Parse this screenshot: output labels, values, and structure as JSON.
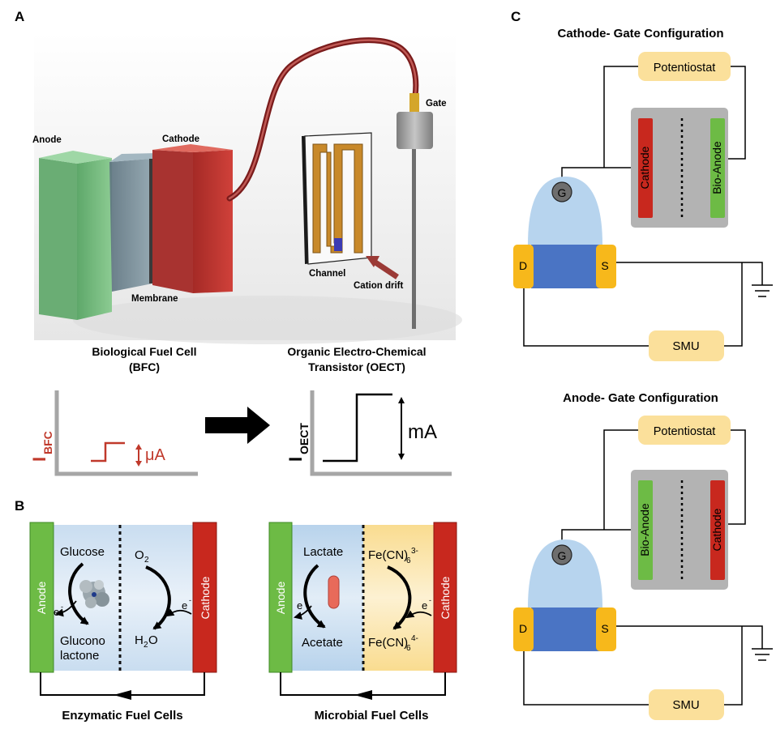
{
  "panel_a": {
    "letter": "A",
    "anode_label": "Anode",
    "cathode_label": "Cathode",
    "membrane_label": "Membrane",
    "gate_label": "Gate",
    "channel_label": "Channel",
    "cation_label": "Cation drift",
    "bfc_title_1": "Biological Fuel Cell",
    "bfc_title_2": "(BFC)",
    "oect_title_1": "Organic Electro-Chemical",
    "oect_title_2": "Transistor (OECT)",
    "ibfc_main": "I",
    "ibfc_sub": "BFC",
    "ua_label": "μA",
    "ioect_main": "I",
    "ioect_sub": "OECT",
    "ma_label": "mA"
  },
  "panel_b": {
    "letter": "B",
    "enzymatic": {
      "anode": "Anode",
      "cathode": "Cathode",
      "glucose": "Glucose",
      "glucono_1": "Glucono",
      "glucono_2": "lactone",
      "o2_main": "O",
      "o2_sub": "2",
      "h2o_h": "H",
      "h2o_sub": "2",
      "h2o_o": "O",
      "e_left": "e",
      "e_right": "e",
      "caption": "Enzymatic Fuel Cells"
    },
    "microbial": {
      "anode": "Anode",
      "cathode": "Cathode",
      "lactate": "Lactate",
      "acetate": "Acetate",
      "fe3_main": "Fe(CN)",
      "fe3_sub": "6",
      "fe3_sup": "3-",
      "fe4_main": "Fe(CN)",
      "fe4_sub": "6",
      "fe4_sup": "4-",
      "e_left": "e",
      "e_right": "e",
      "caption": "Microbial Fuel Cells"
    }
  },
  "panel_c": {
    "letter": "C",
    "top": {
      "title": "Cathode- Gate Configuration",
      "potentiostat": "Potentiostat",
      "smu": "SMU",
      "left_electrode": "Cathode",
      "right_electrode": "Bio-Anode",
      "gate": "G",
      "drain": "D",
      "source": "S"
    },
    "bottom": {
      "title": "Anode- Gate Configuration",
      "potentiostat": "Potentiostat",
      "smu": "SMU",
      "left_electrode": "Bio-Anode",
      "right_electrode": "Cathode",
      "gate": "G",
      "drain": "D",
      "source": "S"
    }
  },
  "colors": {
    "anode_green": "#6dbb45",
    "cathode_red": "#c8281e",
    "fuel_cell_blue": "#b9d3ea",
    "fuel_cell_yellow": "#fbe3a3",
    "device_blue": "#4a74c4",
    "gate_bulb": "#b7d4ee",
    "contact_yellow": "#f7b81b",
    "instrument_fill": "#fbe09b",
    "cell_gray": "#b3b3b3",
    "trace_red": "#c0392b"
  }
}
